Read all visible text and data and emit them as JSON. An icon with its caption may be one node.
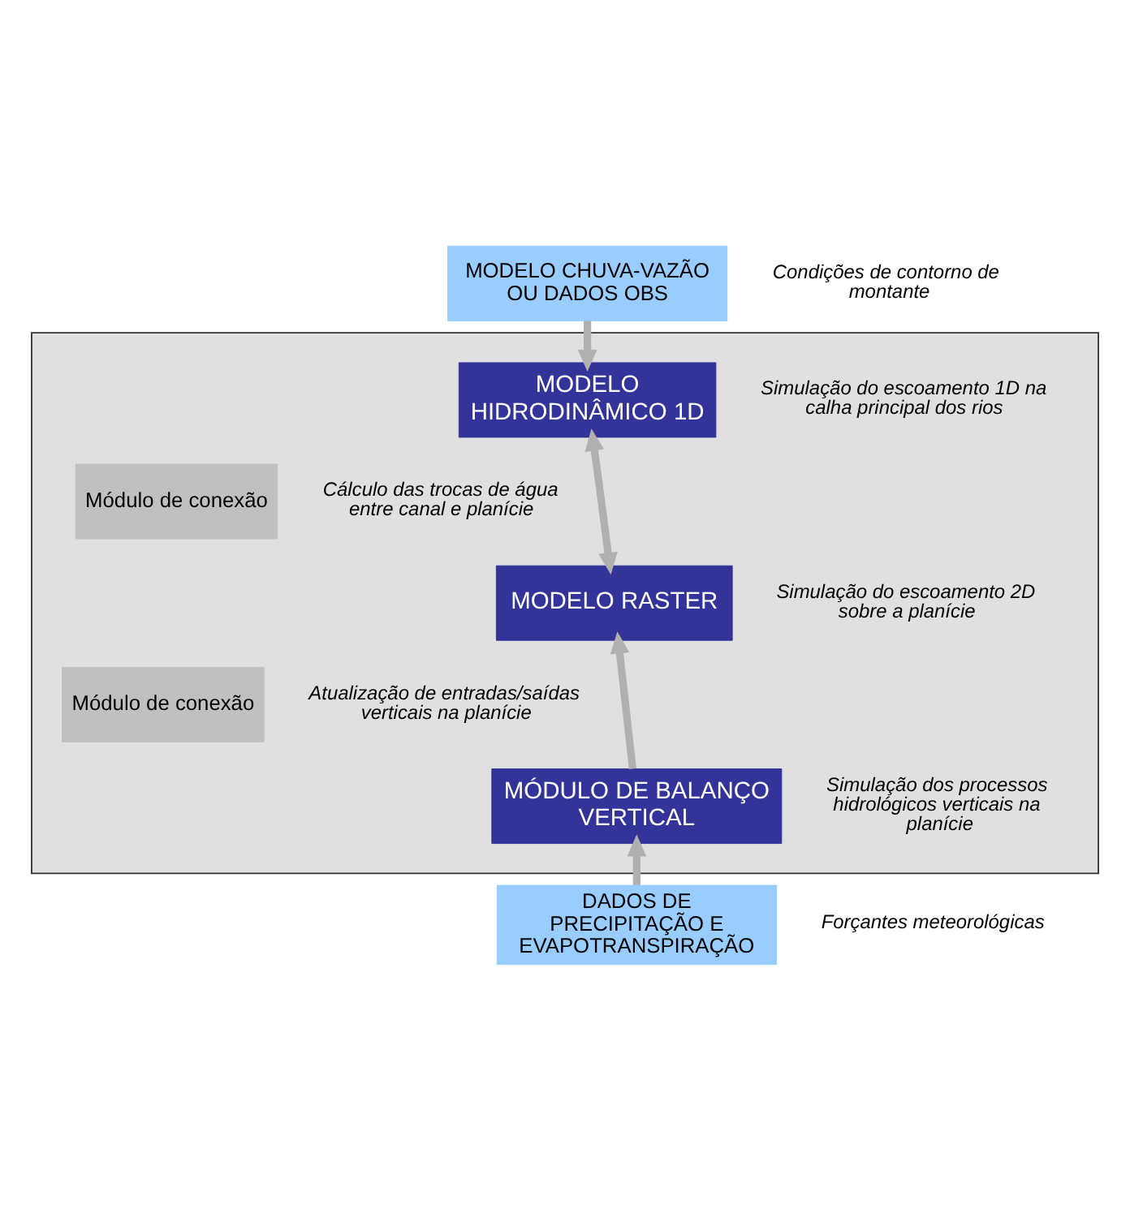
{
  "diagram": {
    "nodes": [
      {
        "text": [
          "MODELO CHUVA-VAZÃO OU DADOS OBS"
        ],
        "beside": [
          "Condições de contorno de montante"
        ]
      },
      {
        "text": [],
        "shape": "box"
      },
      {
        "text": [
          "MODELO HIDRODINÂMICO 1D"
        ],
        "in": 1,
        "beside": [
          "Simulação do escoamento 1D na calha principal dos rios"
        ]
      },
      {
        "text": [
          "Módulo de conexão"
        ],
        "in": 1,
        "beside": [
          "Cálculo das trocas de água entre canal e planície"
        ]
      },
      {
        "text": [
          "MODELO RASTER"
        ],
        "in": 1,
        "beside": [
          "Simulação do escoamento 2D sobre a planície"
        ]
      },
      {
        "text": [
          "Módulo de conexão"
        ],
        "in": 1,
        "beside": [
          "Atualização de entradas/saídas verticais na planície"
        ]
      },
      {
        "text": [
          "MÓDULO DE BALANÇO VERTICAL"
        ],
        "in": 1,
        "beside": [
          "Simulação dos processos hidrológicos verticais na planície"
        ]
      },
      {
        "text": [
          "DADOS DE PRECIPITAÇÃO E EVAPOTRANSPIRAÇÃO"
        ],
        "beside": [
          "Forçantes meteorológicas"
        ]
      }
    ],
    "edges": [
      {
        "from": 0,
        "to": 2,
        "arrow": "to"
      },
      {
        "from": 2,
        "to": 4,
        "arrow": "both"
      },
      {
        "from": 6,
        "to": 4,
        "arrow": "to"
      },
      {
        "from": 7,
        "to": 6,
        "arrow": "to"
      }
    ]
  }
}
